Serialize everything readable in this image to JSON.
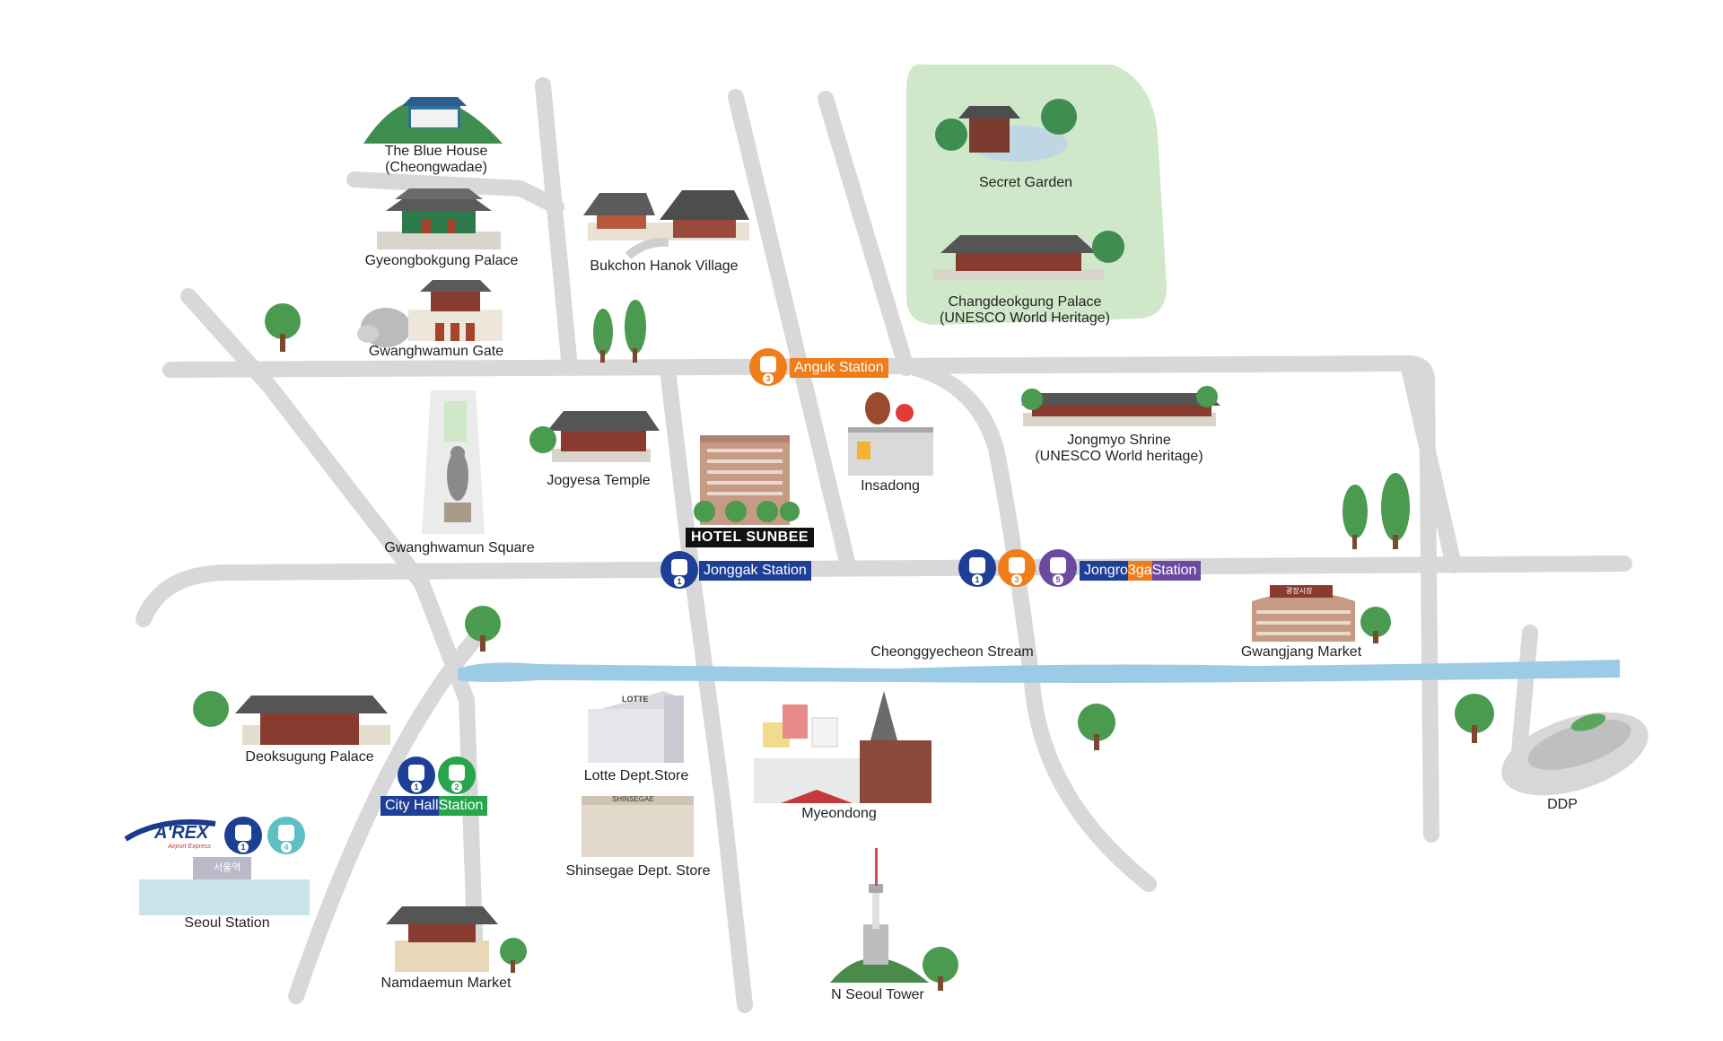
{
  "map": {
    "colors": {
      "road": "#d8d8d8",
      "stream": "#9ccbe8",
      "park": "#cfe8c9",
      "line1": "#1e3f96",
      "line2": "#27a54a",
      "line3": "#ef7d1a",
      "line4": "#5cc0c4",
      "line5": "#6b4aa0",
      "hotel": "#111111"
    },
    "landmarks": {
      "blue_house": "The Blue House",
      "blue_house_sub": "(Cheongwadae)",
      "gyeongbokgung": "Gyeongbokgung Palace",
      "gwanghwamun_gate": "Gwanghwamun Gate",
      "bukchon": "Bukchon Hanok Village",
      "secret_garden": "Secret Garden",
      "changdeokgung": "Changdeokgung Palace",
      "changdeokgung_sub": "(UNESCO World Heritage)",
      "jongmyo": "Jongmyo Shrine",
      "jongmyo_sub": "(UNESCO World heritage)",
      "insadong": "Insadong",
      "jogyesa": "Jogyesa Temple",
      "gwanghwamun_square": "Gwanghwamun Square",
      "hotel": "HOTEL SUNBEE",
      "stream": "Cheonggyecheon Stream",
      "gwangjang": "Gwangjang Market",
      "ddp": "DDP",
      "deoksugung": "Deoksugung Palace",
      "lotte": "Lotte Dept.Store",
      "shinsegae": "Shinsegae Dept. Store",
      "myeongdong": "Myeondong",
      "seoul_station": "Seoul Station",
      "namdaemun": "Namdaemun Market",
      "n_seoul_tower": "N Seoul Tower"
    },
    "stations": {
      "anguk": "Anguk Station",
      "jonggak": "Jonggak Station",
      "jongro_1": "Jongro",
      "jongro_2": " 3ga",
      "jongro_3": " Station",
      "city_hall_1": "City Hall",
      "city_hall_2": " Station"
    },
    "line_numbers": {
      "anguk": "3",
      "jonggak": "1",
      "jongro_a": "1",
      "jongro_b": "3",
      "jongro_c": "5",
      "cityhall_a": "1",
      "cityhall_b": "2",
      "seoul_a": "1",
      "seoul_b": "4"
    },
    "signs": {
      "arex": "A'REX",
      "arex_sub": "Airport Express",
      "lotte_sign": "LOTTE",
      "shinsegae_sign": "SHINSEGAE",
      "seoul_station_sign": "서울역",
      "gwangjang_sign": "광장시장"
    }
  }
}
